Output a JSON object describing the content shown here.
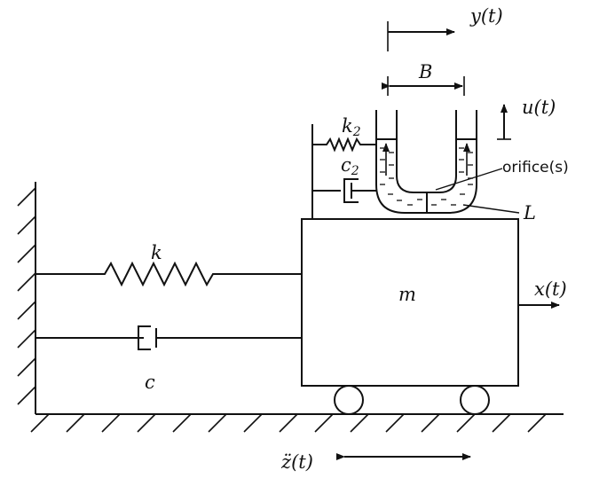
{
  "labels": {
    "spring_main": "k",
    "damper_main": "c",
    "mass": "m",
    "x_out": "x(t)",
    "spring_tld": "k",
    "spring_tld_sub": "2",
    "damper_tld": "c",
    "damper_tld_sub": "2",
    "tube_width": "B",
    "tld_disp": "y(t)",
    "liquid_disp": "u(t)",
    "orifice": "orifice(s)",
    "tube_length": "L",
    "ground_accel": "z̈(t)"
  },
  "colors": {
    "stroke": "#111111",
    "fluid_dash": "#222222"
  }
}
